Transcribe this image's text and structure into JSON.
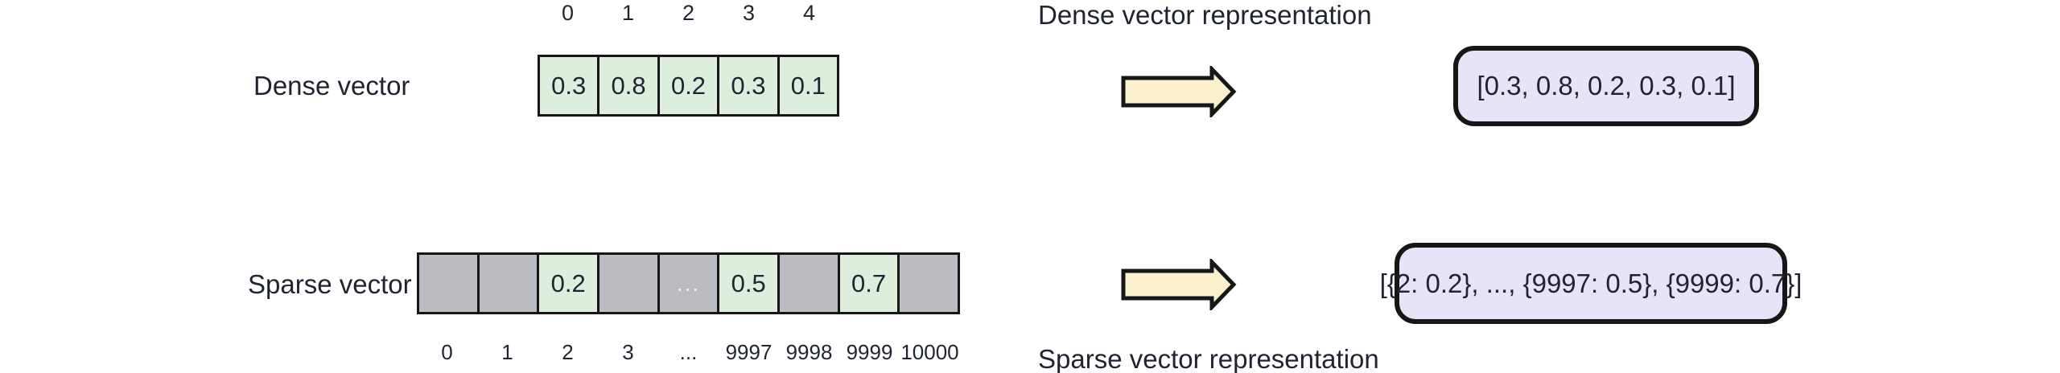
{
  "dense": {
    "label": "Dense vector",
    "indices": [
      "0",
      "1",
      "2",
      "3",
      "4"
    ],
    "cells": [
      {
        "value": "0.3"
      },
      {
        "value": "0.8"
      },
      {
        "value": "0.2"
      },
      {
        "value": "0.3"
      },
      {
        "value": "0.1"
      }
    ],
    "representation_title": "Dense vector representation",
    "representation_value": "[0.3, 0.8, 0.2, 0.3, 0.1]"
  },
  "sparse": {
    "label": "Sparse vector",
    "cells": [
      {
        "value": "",
        "type": "empty",
        "index": "0"
      },
      {
        "value": "",
        "type": "empty",
        "index": "1"
      },
      {
        "value": "0.2",
        "type": "filled",
        "index": "2"
      },
      {
        "value": "",
        "type": "empty",
        "index": "3"
      },
      {
        "value": "...",
        "type": "ellipsis",
        "index": "..."
      },
      {
        "value": "0.5",
        "type": "filled",
        "index": "9997"
      },
      {
        "value": "",
        "type": "empty",
        "index": "9998"
      },
      {
        "value": "0.7",
        "type": "filled",
        "index": "9999"
      },
      {
        "value": "",
        "type": "empty",
        "index": "10000"
      }
    ],
    "representation_title": "Sparse vector representation",
    "representation_value": "[{2: 0.2}, ..., {9997: 0.5}, {9999: 0.7}]"
  },
  "colors": {
    "filled_cell": "#ddeedd",
    "empty_cell": "#babcc1",
    "arrow_fill": "#faf0cd",
    "box_fill": "#e9e3f9",
    "border": "#161616",
    "text": "#1f2430",
    "ellipsis_text": "#f2f2f2"
  }
}
